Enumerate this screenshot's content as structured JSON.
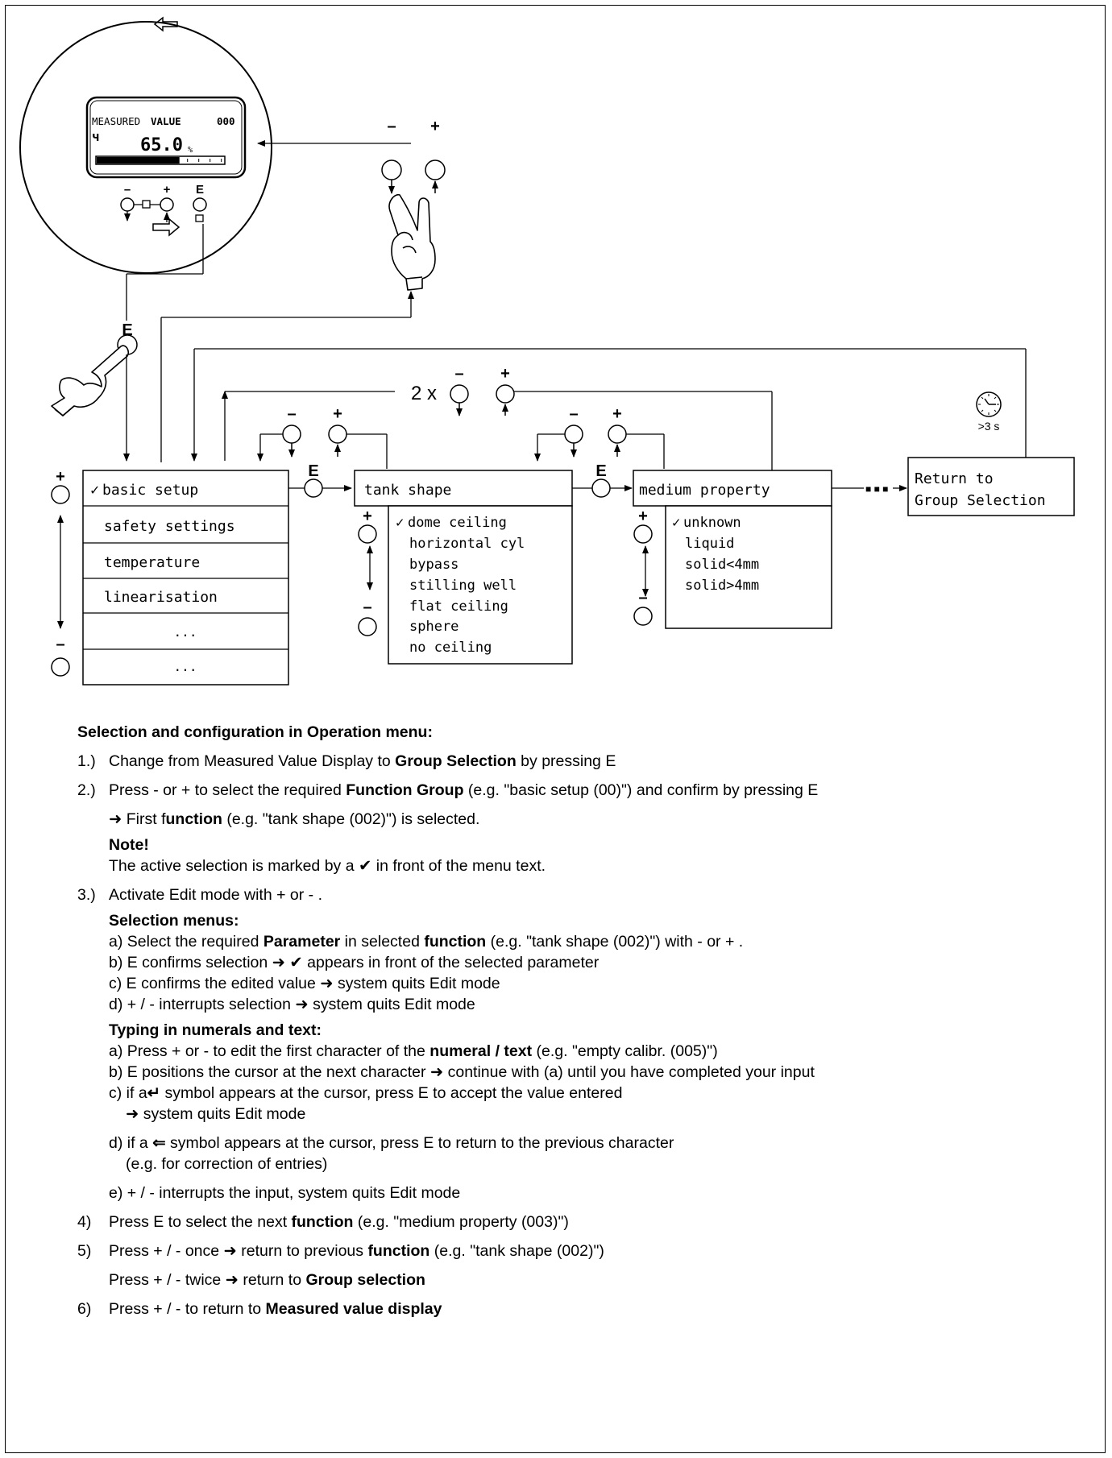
{
  "colors": {
    "ink": "#000000",
    "paper": "#ffffff"
  },
  "icons": [
    "back-arrow-icon",
    "forward-arrow-icon",
    "hand-press-icon",
    "two-finger-hand-icon",
    "clock-icon",
    "check-icon",
    "right-arrow-icon",
    "enter-symbol-icon",
    "left-arrow-icon"
  ],
  "display": {
    "header_left": "MEASURED",
    "header_mid": "VALUE",
    "header_code": "000",
    "glyph": "ч",
    "value": "65.0",
    "unit": "%"
  },
  "device_keys": {
    "minus": "–",
    "plus": "+",
    "enter": "E"
  },
  "keys": {
    "minus": "–",
    "plus": "+",
    "enter": "E",
    "two_x": "2 x"
  },
  "timeout_label": ">3 s",
  "group_menu": {
    "checked": "✓",
    "items": [
      "basic setup",
      "safety settings",
      "temperature",
      "linearisation",
      "...",
      "..."
    ]
  },
  "tank_shape": {
    "title": "tank shape",
    "checked": "✓",
    "options": [
      "dome ceiling",
      "horizontal cyl",
      "bypass",
      "stilling well",
      "flat ceiling",
      "sphere",
      "no ceiling"
    ]
  },
  "medium_property": {
    "title": "medium property",
    "checked": "✓",
    "options": [
      "unknown",
      "liquid",
      "solid<4mm",
      "solid>4mm"
    ]
  },
  "ellipsis": "■ ■ ■",
  "return_box": {
    "line1": "Return to",
    "line2": "Group Selection"
  },
  "instructions": {
    "heading": "Selection and configuration in Operation menu:",
    "step1": {
      "num": "1.)",
      "a": "Change from Measured Value Display to ",
      "b": "Group Selection",
      "c": " by pressing E"
    },
    "step2": {
      "num": "2.)",
      "a": "Press - or + to select the required ",
      "b": "Function Group",
      "c": " (e.g. \"basic setup (00)\") and confirm by pressing E"
    },
    "step2_result": {
      "a": "➜ First f",
      "b": "unction",
      "c": " (e.g. \"tank shape (002)\") is selected."
    },
    "note_heading": "Note!",
    "note_a": "The active selection is marked by a ",
    "note_check": "✔",
    "note_b": "  in front of the menu text.",
    "step3": {
      "num": "3.)",
      "text": "Activate Edit mode with + or - ."
    },
    "sel_heading": "Selection menus:",
    "sel_a": {
      "a": "a) Select the required ",
      "b": "Parameter",
      "c": " in selected ",
      "d": "function",
      "e": " (e.g. \"tank shape (002)\") with - or + ."
    },
    "sel_b": "b) E confirms selection ➜  ✔ appears in front of the selected parameter",
    "sel_c": "c) E confirms the edited value ➜ system quits Edit mode",
    "sel_d": "d) + / -  interrupts selection ➜ system quits Edit mode",
    "typ_heading": "Typing in numerals and text:",
    "typ_a": {
      "a": "a) Press + or - to edit the first character of the ",
      "b": "numeral / text",
      "c": " (e.g. \"empty calibr. (005)\")"
    },
    "typ_b": "b) E positions the cursor at the next character ➜ continue with (a) until you have completed your input",
    "typ_c1": "c) if a",
    "typ_c_sym": "↵",
    "typ_c2": " symbol appears at the cursor, press E to accept the value entered",
    "typ_c3": "➜ system quits Edit mode",
    "typ_d1": "d) if a ",
    "typ_d_sym": "⇐",
    "typ_d2": "  symbol appears at the cursor, press E  to return to the previous character",
    "typ_d3": "(e.g. for correction of entries)",
    "typ_e": "e) + / -  interrupts the input,  system quits Edit mode",
    "step4": {
      "num": "4)",
      "a": "Press E to select the next ",
      "b": "function",
      "c": " (e.g. \"medium property (003)\")"
    },
    "step5": {
      "num": "5)",
      "a": "Press + / -  once ➜ return to previous ",
      "b": "function",
      "c": " (e.g. \"tank shape (002)\")"
    },
    "step5b": {
      "a": "Press + / -  twice ➜ return to ",
      "b": "Group selection"
    },
    "step6": {
      "num": "6)",
      "a": "Press + / -  to return to ",
      "b": "Measured value display"
    }
  }
}
